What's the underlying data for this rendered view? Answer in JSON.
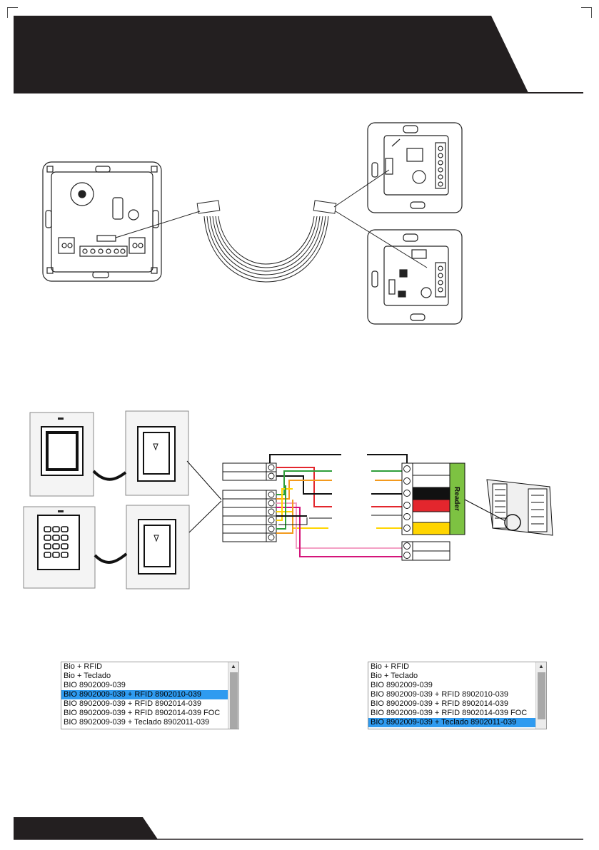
{
  "lists": {
    "left": {
      "items": [
        "Bio + RFID",
        "Bio + Teclado",
        "BIO 8902009-039",
        "BIO 8902009-039 + RFID 8902010-039",
        "BIO 8902009-039 + RFID 8902014-039",
        "BIO 8902009-039 + RFID 8902014-039 FOC",
        "BIO 8902009-039 + Teclado 8902011-039"
      ],
      "selected_index": 3
    },
    "right": {
      "items": [
        "Bio + RFID",
        "Bio + Teclado",
        "BIO 8902009-039",
        "BIO 8902009-039 + RFID 8902010-039",
        "BIO 8902009-039 + RFID 8902014-039",
        "BIO 8902009-039 + RFID 8902014-039 FOC",
        "BIO 8902009-039 + Teclado 8902011-039"
      ],
      "selected_index": 6
    }
  },
  "reader_label": "Reader",
  "colors": {
    "header_bg": "#231f20",
    "reader_green": "#7dc242",
    "wire_green": "#2e9e3a",
    "wire_orange": "#f39a1e",
    "wire_black": "#111111",
    "wire_red": "#e3262d",
    "wire_yellow": "#ffd500",
    "wire_pink": "#f3a0c4",
    "wire_magenta": "#d4147a",
    "selection": "#2f9bf0"
  }
}
